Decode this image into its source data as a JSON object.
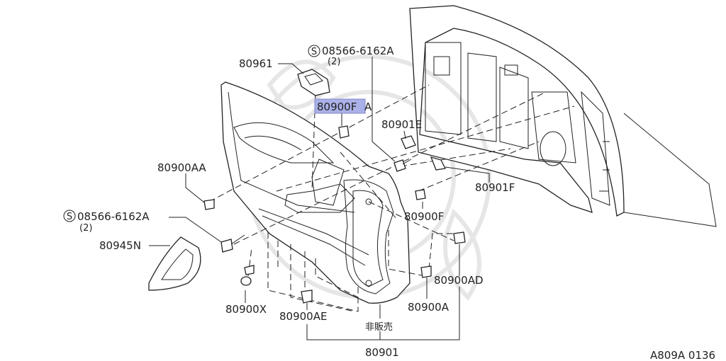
{
  "figure_code": "A809A 0136",
  "highlight_color": "#aab1e8",
  "parts": {
    "p80961": "80961",
    "screw_top_code": "08566-6162A",
    "screw_top_qty": "(2)",
    "p80900F_upper": "80900F",
    "p80900F_upper_suffix": "A",
    "p80901E": "80901E",
    "p80900AA": "80900AA",
    "p80901F": "80901F",
    "p80900F_lower": "80900F",
    "screw_left_code": "08566-6162A",
    "screw_left_qty": "(2)",
    "p80945N": "80945N",
    "p80900AD": "80900AD",
    "p80900X": "80900X",
    "p80900AE": "80900AE",
    "p80900A": "80900A",
    "not_for_sale": "非販売",
    "p80901": "80901",
    "s_mark": "S"
  }
}
